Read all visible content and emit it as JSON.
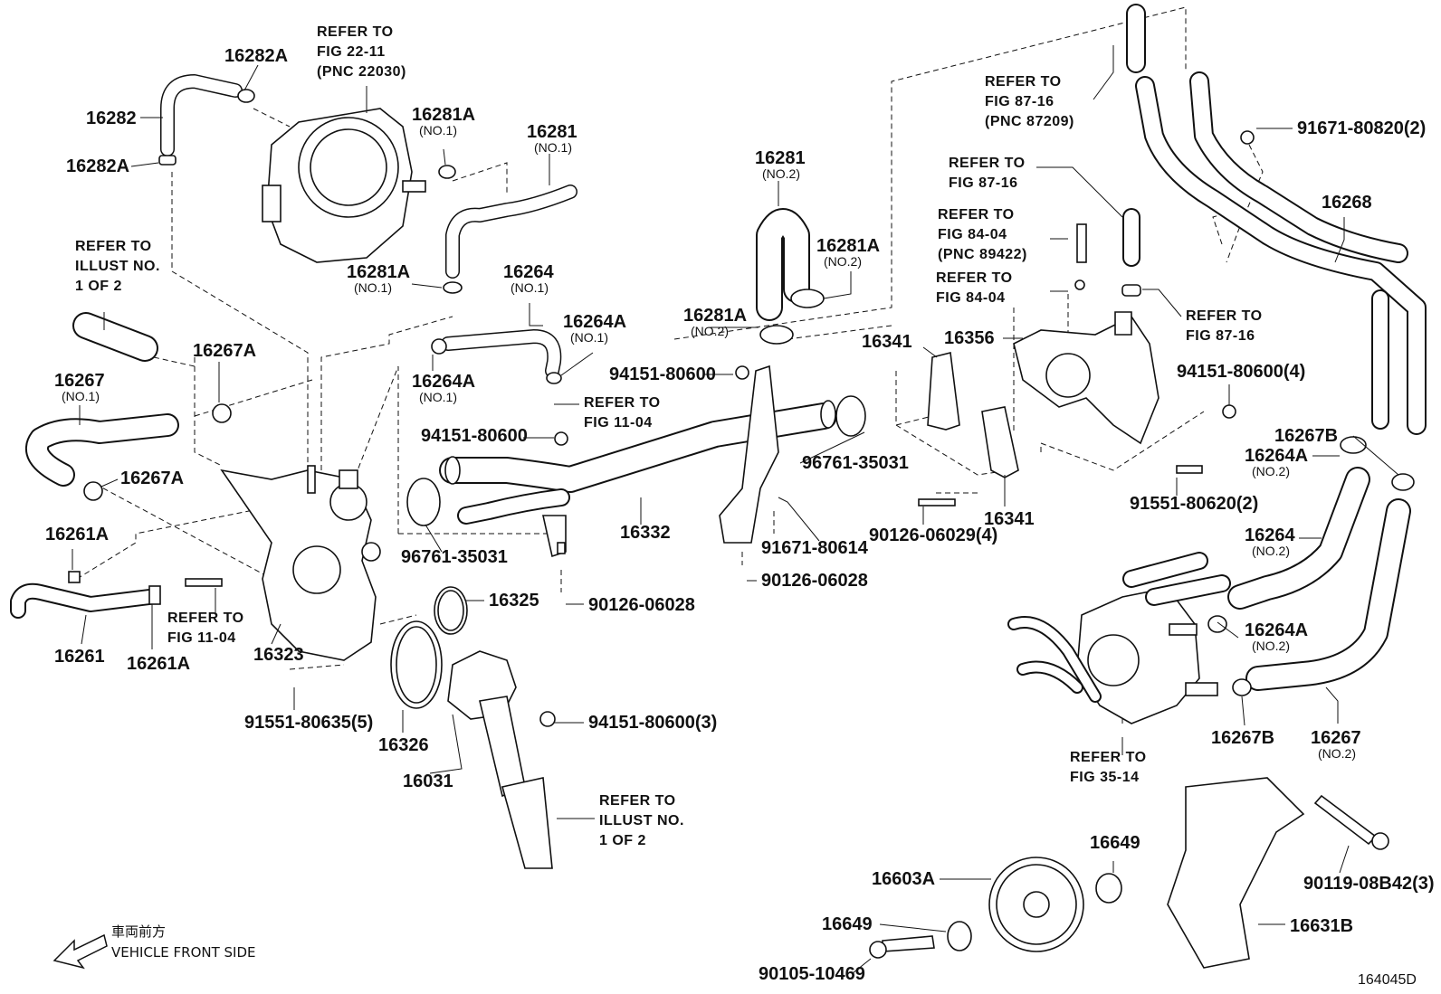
{
  "diagram_id": "164045D",
  "direction": {
    "jp": "車両前方",
    "en": "VEHICLE FRONT SIDE"
  },
  "labels": [
    {
      "key": "p16282A_top",
      "pn": "16282A"
    },
    {
      "key": "p16282",
      "pn": "16282"
    },
    {
      "key": "p16282A_left",
      "pn": "16282A"
    },
    {
      "key": "p16281A_no1_top",
      "pn": "16281A",
      "sub": "(NO.1)"
    },
    {
      "key": "p16281_no1",
      "pn": "16281",
      "sub": "(NO.1)"
    },
    {
      "key": "p16281A_no1_mid",
      "pn": "16281A",
      "sub": "(NO.1)"
    },
    {
      "key": "p16264_no1",
      "pn": "16264",
      "sub": "(NO.1)"
    },
    {
      "key": "p16264A_no1_r",
      "pn": "16264A",
      "sub": "(NO.1)"
    },
    {
      "key": "p16264A_no1_l",
      "pn": "16264A",
      "sub": "(NO.1)"
    },
    {
      "key": "p16267A_top",
      "pn": "16267A"
    },
    {
      "key": "p16267_no1",
      "pn": "16267",
      "sub": "(NO.1)"
    },
    {
      "key": "p16267A_bot",
      "pn": "16267A"
    },
    {
      "key": "p16261A_top",
      "pn": "16261A"
    },
    {
      "key": "p16261",
      "pn": "16261"
    },
    {
      "key": "p16261A_bot",
      "pn": "16261A"
    },
    {
      "key": "p16323",
      "pn": "16323"
    },
    {
      "key": "p91551_80635",
      "pn": "91551-80635(5)"
    },
    {
      "key": "p16325",
      "pn": "16325"
    },
    {
      "key": "p16326",
      "pn": "16326"
    },
    {
      "key": "p16031",
      "pn": "16031"
    },
    {
      "key": "p94151_80600_3",
      "pn": "94151-80600(3)"
    },
    {
      "key": "p90126_06028_a",
      "pn": "90126-06028"
    },
    {
      "key": "p96761_35031_l",
      "pn": "96761-35031"
    },
    {
      "key": "p94151_80600_a",
      "pn": "94151-80600"
    },
    {
      "key": "p94151_80600_b",
      "pn": "94151-80600"
    },
    {
      "key": "p16332",
      "pn": "16332"
    },
    {
      "key": "p96761_35031_r",
      "pn": "96761-35031"
    },
    {
      "key": "p91671_80614",
      "pn": "91671-80614"
    },
    {
      "key": "p90126_06028_b",
      "pn": "90126-06028"
    },
    {
      "key": "p16281_no2",
      "pn": "16281",
      "sub": "(NO.2)"
    },
    {
      "key": "p16281A_no2_r",
      "pn": "16281A",
      "sub": "(NO.2)"
    },
    {
      "key": "p16281A_no2_l",
      "pn": "16281A",
      "sub": "(NO.2)"
    },
    {
      "key": "p16341_top",
      "pn": "16341"
    },
    {
      "key": "p16356",
      "pn": "16356"
    },
    {
      "key": "p16341_bot",
      "pn": "16341"
    },
    {
      "key": "p90126_06029",
      "pn": "90126-06029(4)"
    },
    {
      "key": "p94151_80600_4",
      "pn": "94151-80600(4)"
    },
    {
      "key": "p91551_80620",
      "pn": "91551-80620(2)"
    },
    {
      "key": "p91671_80820",
      "pn": "91671-80820(2)"
    },
    {
      "key": "p16268",
      "pn": "16268"
    },
    {
      "key": "p16267B_top",
      "pn": "16267B"
    },
    {
      "key": "p16264A_no2_top",
      "pn": "16264A",
      "sub": "(NO.2)"
    },
    {
      "key": "p16264_no2",
      "pn": "16264",
      "sub": "(NO.2)"
    },
    {
      "key": "p16264A_no2_mid",
      "pn": "16264A",
      "sub": "(NO.2)"
    },
    {
      "key": "p16267B_bot",
      "pn": "16267B"
    },
    {
      "key": "p16267_no2",
      "pn": "16267",
      "sub": "(NO.2)"
    },
    {
      "key": "p16649_top",
      "pn": "16649"
    },
    {
      "key": "p16603A",
      "pn": "16603A"
    },
    {
      "key": "p16649_bot",
      "pn": "16649"
    },
    {
      "key": "p90105_10469",
      "pn": "90105-10469"
    },
    {
      "key": "p16631B",
      "pn": "16631B"
    },
    {
      "key": "p90119_08B42",
      "pn": "90119-08B42(3)"
    }
  ],
  "refers": [
    {
      "key": "r_fig22",
      "lines": [
        "REFER TO",
        "FIG 22-11",
        "(PNC 22030)"
      ]
    },
    {
      "key": "r_illust_top",
      "lines": [
        "REFER TO",
        "ILLUST NO.",
        "1 OF 2"
      ]
    },
    {
      "key": "r_fig1104_mid",
      "lines": [
        "REFER TO",
        "FIG 11-04"
      ]
    },
    {
      "key": "r_fig1104_bot",
      "lines": [
        "REFER TO",
        "FIG 11-04"
      ]
    },
    {
      "key": "r_illust_bot",
      "lines": [
        "REFER TO",
        "ILLUST NO.",
        "1 OF 2"
      ]
    },
    {
      "key": "r_fig8716_pnc",
      "lines": [
        "REFER TO",
        "FIG 87-16",
        "(PNC 87209)"
      ]
    },
    {
      "key": "r_fig8716_a",
      "lines": [
        "REFER TO",
        "FIG 87-16"
      ]
    },
    {
      "key": "r_fig8404_pnc",
      "lines": [
        "REFER TO",
        "FIG 84-04",
        "(PNC 89422)"
      ]
    },
    {
      "key": "r_fig8404",
      "lines": [
        "REFER TO",
        "FIG 84-04"
      ]
    },
    {
      "key": "r_fig8716_b",
      "lines": [
        "REFER TO",
        "FIG 87-16"
      ]
    },
    {
      "key": "r_fig3514",
      "lines": [
        "REFER TO",
        "FIG 35-14"
      ]
    }
  ]
}
